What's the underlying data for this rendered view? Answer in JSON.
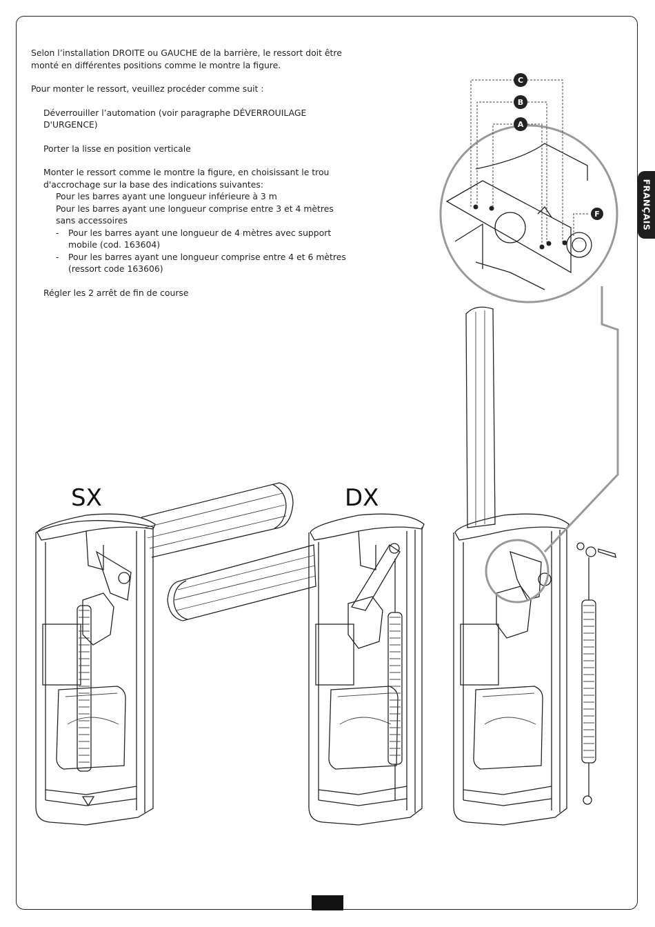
{
  "text": {
    "intro": "Selon l’installation DROITE ou GAUCHE de la barrière, le ressort doit être monté en différentes positions comme le montre la figure.",
    "procedure": "Pour monter le ressort, veuillez procéder comme suit :",
    "step1": "Déverrouiller l’automation (voir paragraphe DÉVERROUILAGE D'URGENCE)",
    "step2": "Porter la lisse en position verticale",
    "step3": "Monter le ressort comme le montre la figure, en choisissant le trou d'accrochage sur la base des indications suivantes:",
    "sub1": "Pour les barres ayant une longueur inférieure à 3 m",
    "sub2": "Pour les barres ayant une longueur comprise entre 3 et 4 mètres sans accessoires",
    "sub3": "Pour les barres ayant une longueur de 4 mètres avec support mobile (cod. 163604)",
    "sub4": "Pour les barres ayant une longueur comprise entre 4 et 6 mètres (ressort code 163606)",
    "step4": "Régler les 2 arrêt de fin de course"
  },
  "figure": {
    "label_sx": "SX",
    "label_dx": "DX",
    "badge_a": "A",
    "badge_b": "B",
    "badge_c": "C",
    "badge_f": "F"
  },
  "side_tab": "FRANÇAIS"
}
